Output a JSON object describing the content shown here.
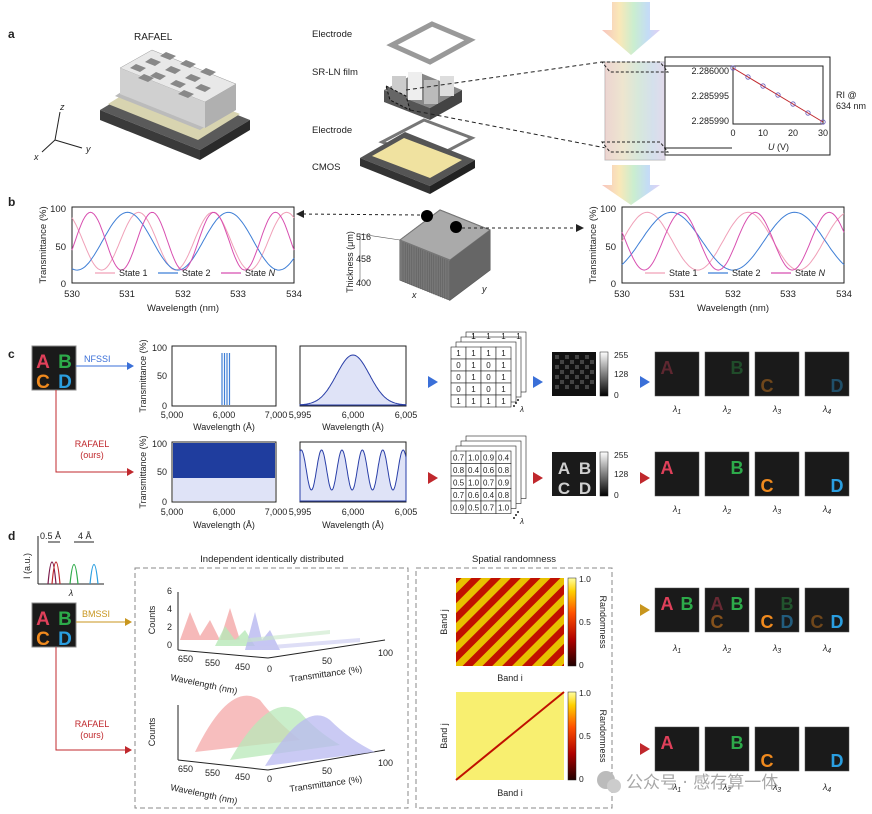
{
  "colors": {
    "blue": "#3a6fd8",
    "red": "#c0282d",
    "pink": "#e86fa8",
    "lightblue": "#3f7fd6",
    "gold": "#c8961e",
    "letterA": "#e0405a",
    "letterB": "#2daa4a",
    "letterC": "#f08a1e",
    "letterD": "#2a9ee0"
  },
  "panel_labels": {
    "a": "a",
    "b": "b",
    "c": "c",
    "d": "d"
  },
  "panel_a": {
    "device_title": "RAFAEL",
    "axis_z": "z",
    "axis_y": "y",
    "axis_x": "x",
    "layers": [
      "Electrode",
      "SR-LN film",
      "Electrode",
      "CMOS"
    ],
    "ri_chart": {
      "yticks": [
        "2.286000",
        "2.285995",
        "2.285990"
      ],
      "xticks": [
        "0",
        "10",
        "20",
        "30"
      ],
      "xlabel_var": "U",
      "xlabel_unit": " (V)",
      "side_label_1": "RI @",
      "side_label_2": "634 nm"
    }
  },
  "panel_b": {
    "ylabel": "Transmittance (%)",
    "xlabel": "Wavelength (nm)",
    "yticks": [
      "100",
      "50",
      "0"
    ],
    "xticks": [
      "530",
      "531",
      "532",
      "533",
      "534"
    ],
    "legend": [
      "State 1",
      "State 2",
      "State "
    ],
    "legend_italic": "N",
    "surface": {
      "zlabel": "Thickness (μm)",
      "zticks": [
        "516",
        "458",
        "400"
      ],
      "xlabel": "x",
      "ylabel": "y"
    }
  },
  "panel_c": {
    "nfssi_label": "NFSSI",
    "rafael_label": "RAFAEL",
    "rafael_sub": "(ours)",
    "ylabel": "Transmittance (%)",
    "xlabel": "Wavelength (Å)",
    "yticks": [
      "100",
      "50",
      "0"
    ],
    "wide_xticks": [
      "5,000",
      "6,000",
      "7,000"
    ],
    "zoom_xticks": [
      "5,995",
      "6,000",
      "6,005"
    ],
    "binary_matrix": [
      [
        "1",
        "1",
        "1",
        "1"
      ],
      [
        "0",
        "1",
        "0",
        "1"
      ],
      [
        "0",
        "1",
        "0",
        "1"
      ],
      [
        "0",
        "1",
        "0",
        "1"
      ],
      [
        "1",
        "1",
        "1",
        "1"
      ]
    ],
    "binary_back": [
      "1",
      "1",
      "1",
      "1",
      "1"
    ],
    "random_matrix": [
      [
        "0.7",
        "1.0",
        "0.9",
        "0.4"
      ],
      [
        "0.8",
        "0.4",
        "0.6",
        "0.8"
      ],
      [
        "0.5",
        "1.0",
        "0.7",
        "0.9"
      ],
      [
        "0.7",
        "0.6",
        "0.4",
        "0.8"
      ],
      [
        "0.9",
        "0.5",
        "0.7",
        "1.0"
      ]
    ],
    "lambda_symbol": "λ",
    "colorbar_ticks": [
      "255",
      "128",
      "0"
    ],
    "band_labels": [
      "λ1",
      "λ2",
      "λ3",
      "λ4"
    ],
    "letters": [
      "A",
      "B",
      "C",
      "D"
    ]
  },
  "panel_d": {
    "intensity_label": "I (a.u.)",
    "spacing_1": "0.5 Å",
    "spacing_2": "4 Å",
    "lambda_symbol": "λ",
    "bmssi_label": "BMSSI",
    "rafael_label": "RAFAEL",
    "rafael_sub": "(ours)",
    "iid_title": "Independent identically distributed",
    "spatial_title": "Spatial randomness",
    "counts_label": "Counts",
    "wavelength_label": "Wavelength (nm)",
    "transmittance_label": "Transmittance (%)",
    "count_ticks": [
      "6",
      "4",
      "2",
      "0"
    ],
    "wavelength_ticks": [
      "650",
      "550",
      "450"
    ],
    "transmittance_ticks": [
      "0",
      "50",
      "100"
    ],
    "band_i": "Band i",
    "band_j": "Band j",
    "randomness": "Randomness",
    "cb_ticks": [
      "1.0",
      "0.5",
      "0"
    ],
    "watermark": "公众号 · 感存算一体"
  }
}
